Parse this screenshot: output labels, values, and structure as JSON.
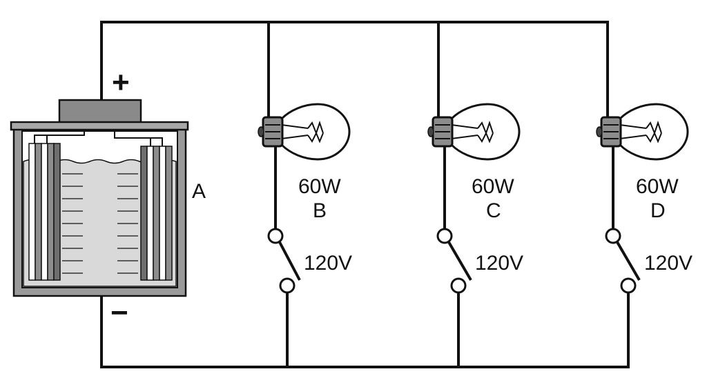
{
  "battery": {
    "label": "A",
    "positive_sign": "+",
    "negative_sign": "−",
    "colors": {
      "case": "#9a9a9a",
      "terminal": "#8a8a8a",
      "electrolyte": "#d9d9d9",
      "plate": "#7d7d7d"
    }
  },
  "branches": [
    {
      "power": "60W",
      "label": "B",
      "voltage": "120V"
    },
    {
      "power": "60W",
      "label": "C",
      "voltage": "120V"
    },
    {
      "power": "60W",
      "label": "D",
      "voltage": "120V"
    }
  ],
  "colors": {
    "wire": "#111111",
    "bulb_glass": "#ffffff",
    "bulb_base": "#8c8c8c"
  }
}
